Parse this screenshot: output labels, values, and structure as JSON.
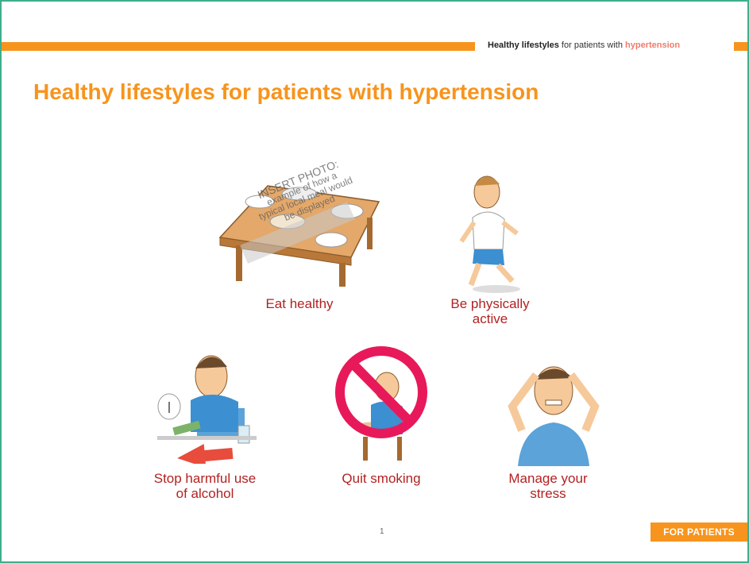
{
  "header": {
    "bold": "Healthy lifestyles",
    "middle": " for patients with ",
    "accent": "hypertension"
  },
  "title": "Healthy lifestyles for patients with hypertension",
  "items": [
    {
      "caption_line1": "Eat healthy",
      "caption_line2": "",
      "overlay": [
        "INSERT PHOTO:",
        "example of how a",
        "typical local meal would",
        "be displayed"
      ]
    },
    {
      "caption_line1": "Be physically",
      "caption_line2": "active"
    },
    {
      "caption_line1": "Stop harmful use",
      "caption_line2": "of alcohol"
    },
    {
      "caption_line1": "Quit smoking",
      "caption_line2": ""
    },
    {
      "caption_line1": "Manage your",
      "caption_line2": "stress"
    }
  ],
  "footer": {
    "page_number": "1",
    "badge": "FOR PATIENTS"
  },
  "colors": {
    "accent_orange": "#f7941d",
    "caption_red": "#b22222",
    "border_green": "#3fae8c",
    "no_smoking_pink": "#e8195a"
  }
}
